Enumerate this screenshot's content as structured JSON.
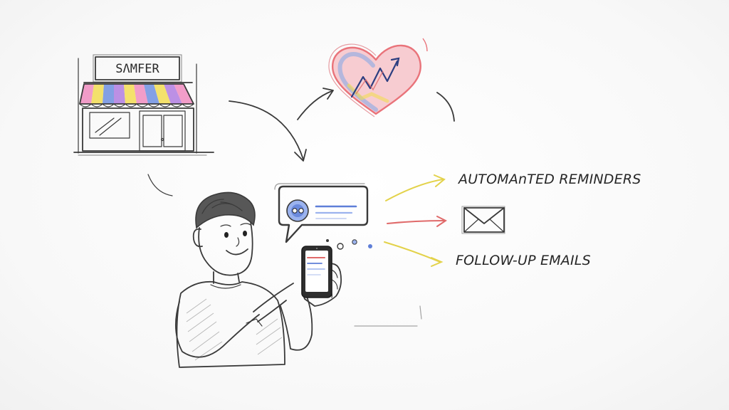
{
  "store": {
    "sign_text": "SΛMFER"
  },
  "labels": {
    "reminders": "AUTOMAnTED REMINDERS",
    "emails": "FOLLOW-UP EMAILS"
  },
  "colors": {
    "pencil": "#3a3a3a",
    "arrow_dark": "#2c2c2c",
    "arrow_red": "#e06a6a",
    "arrow_yellow": "#e3d24a",
    "awning_pink": "#f08cc0",
    "awning_yellow": "#f2dc52",
    "awning_blue": "#6f8fe0",
    "awning_purple": "#b07de0",
    "heart_red": "#e9737a",
    "heart_blue": "#7fa6e8",
    "chat_blue": "#5f7fd8"
  },
  "icons": [
    "storefront-icon",
    "heart-growth-icon",
    "chat-bubble-icon",
    "envelope-icon",
    "smartphone-icon",
    "person-icon"
  ]
}
